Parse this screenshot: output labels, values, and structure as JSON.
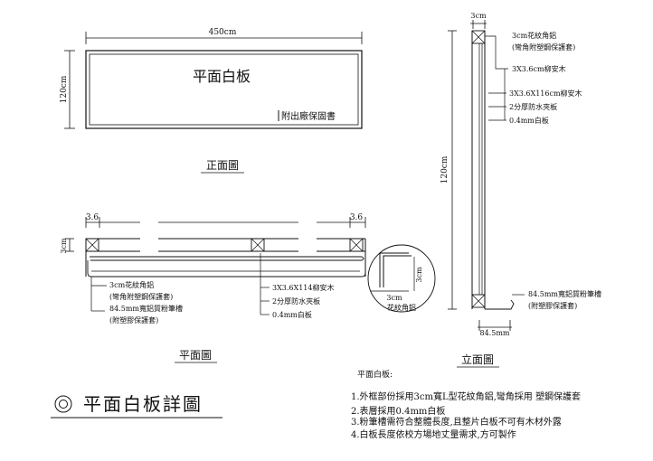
{
  "front_view": {
    "width_label": "450cm",
    "height_label": "120cm",
    "board_title": "平面白板",
    "warranty_note": "附出廠保固書",
    "caption": "正面圖"
  },
  "plan_view": {
    "left_dim": "3.6",
    "right_dim": "3.6",
    "depth_label": "3cm",
    "callout_a": {
      "line1": "3cm花紋角鋁",
      "line2": "(彎角附塑鋼保護套)",
      "line3": "84.5mm寬鋁質粉筆槽",
      "line4": "(附塑膠保護套)"
    },
    "callout_b": {
      "line1": "3X3.6X114柳安木",
      "line2": "2分厚防水夾板",
      "line3": "0.4mm白板"
    },
    "detail": {
      "h_label": "3cm",
      "v_label": "3cm",
      "name": "花紋角鋁"
    },
    "caption": "平面圖"
  },
  "elevation_view": {
    "top_dim": "3cm",
    "height_label": "120cm",
    "bottom_dim": "84.5mm",
    "labels": {
      "a1": "3cm花紋角鋁",
      "a2": "(彎角附塑鋼保護套)",
      "b": "3X3.6cm柳安木",
      "c": "3X3.6X116cm柳安木",
      "d": "2分厚防水夾板",
      "e": "0.4mm白板",
      "f1": "84.5mm寬鋁質粉筆槽",
      "f2": "(附塑膠保護套)"
    },
    "caption": "立面圖"
  },
  "main_title": "平面白板詳圖",
  "notes": {
    "heading": "平面白板:",
    "items": [
      "1.外框部份採用3cm寬L型花紋角鋁,彎角採用 塑鋼保護套",
      "2.表層採用0.4mm白板",
      "3.粉筆槽需符合整體長度,且整片白板不可有木材外露",
      "4.白板長度依校方場地丈量需求,方可製作"
    ]
  }
}
